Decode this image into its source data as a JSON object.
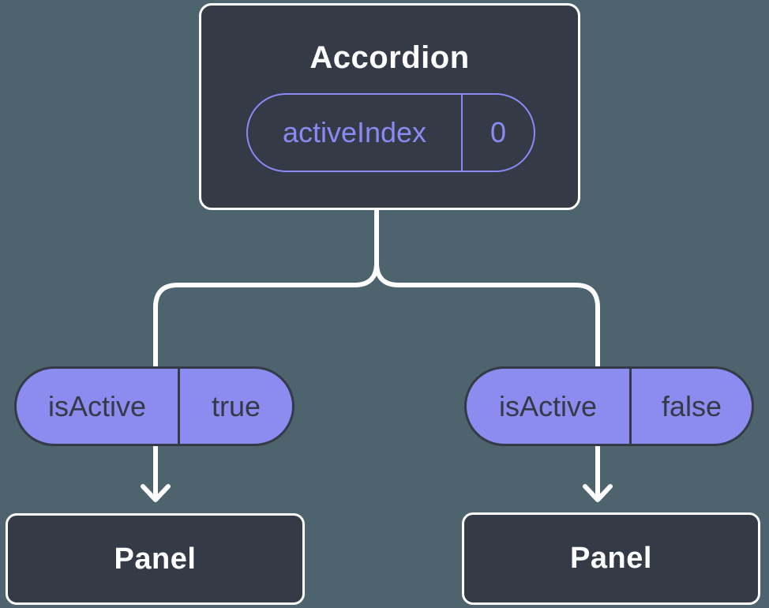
{
  "diagram": {
    "type": "component-tree",
    "colors": {
      "background": "#4d636d",
      "node_fill": "#343a46",
      "node_border": "#ffffff",
      "pill_fill": "#8b8bf0",
      "pill_outline": "#8a8af5",
      "connector": "#ffffff"
    },
    "root": {
      "title": "Accordion",
      "state": {
        "name": "activeIndex",
        "value": "0"
      }
    },
    "branches": [
      {
        "prop": {
          "name": "isActive",
          "value": "true"
        },
        "child": {
          "title": "Panel"
        }
      },
      {
        "prop": {
          "name": "isActive",
          "value": "false"
        },
        "child": {
          "title": "Panel"
        }
      }
    ]
  }
}
